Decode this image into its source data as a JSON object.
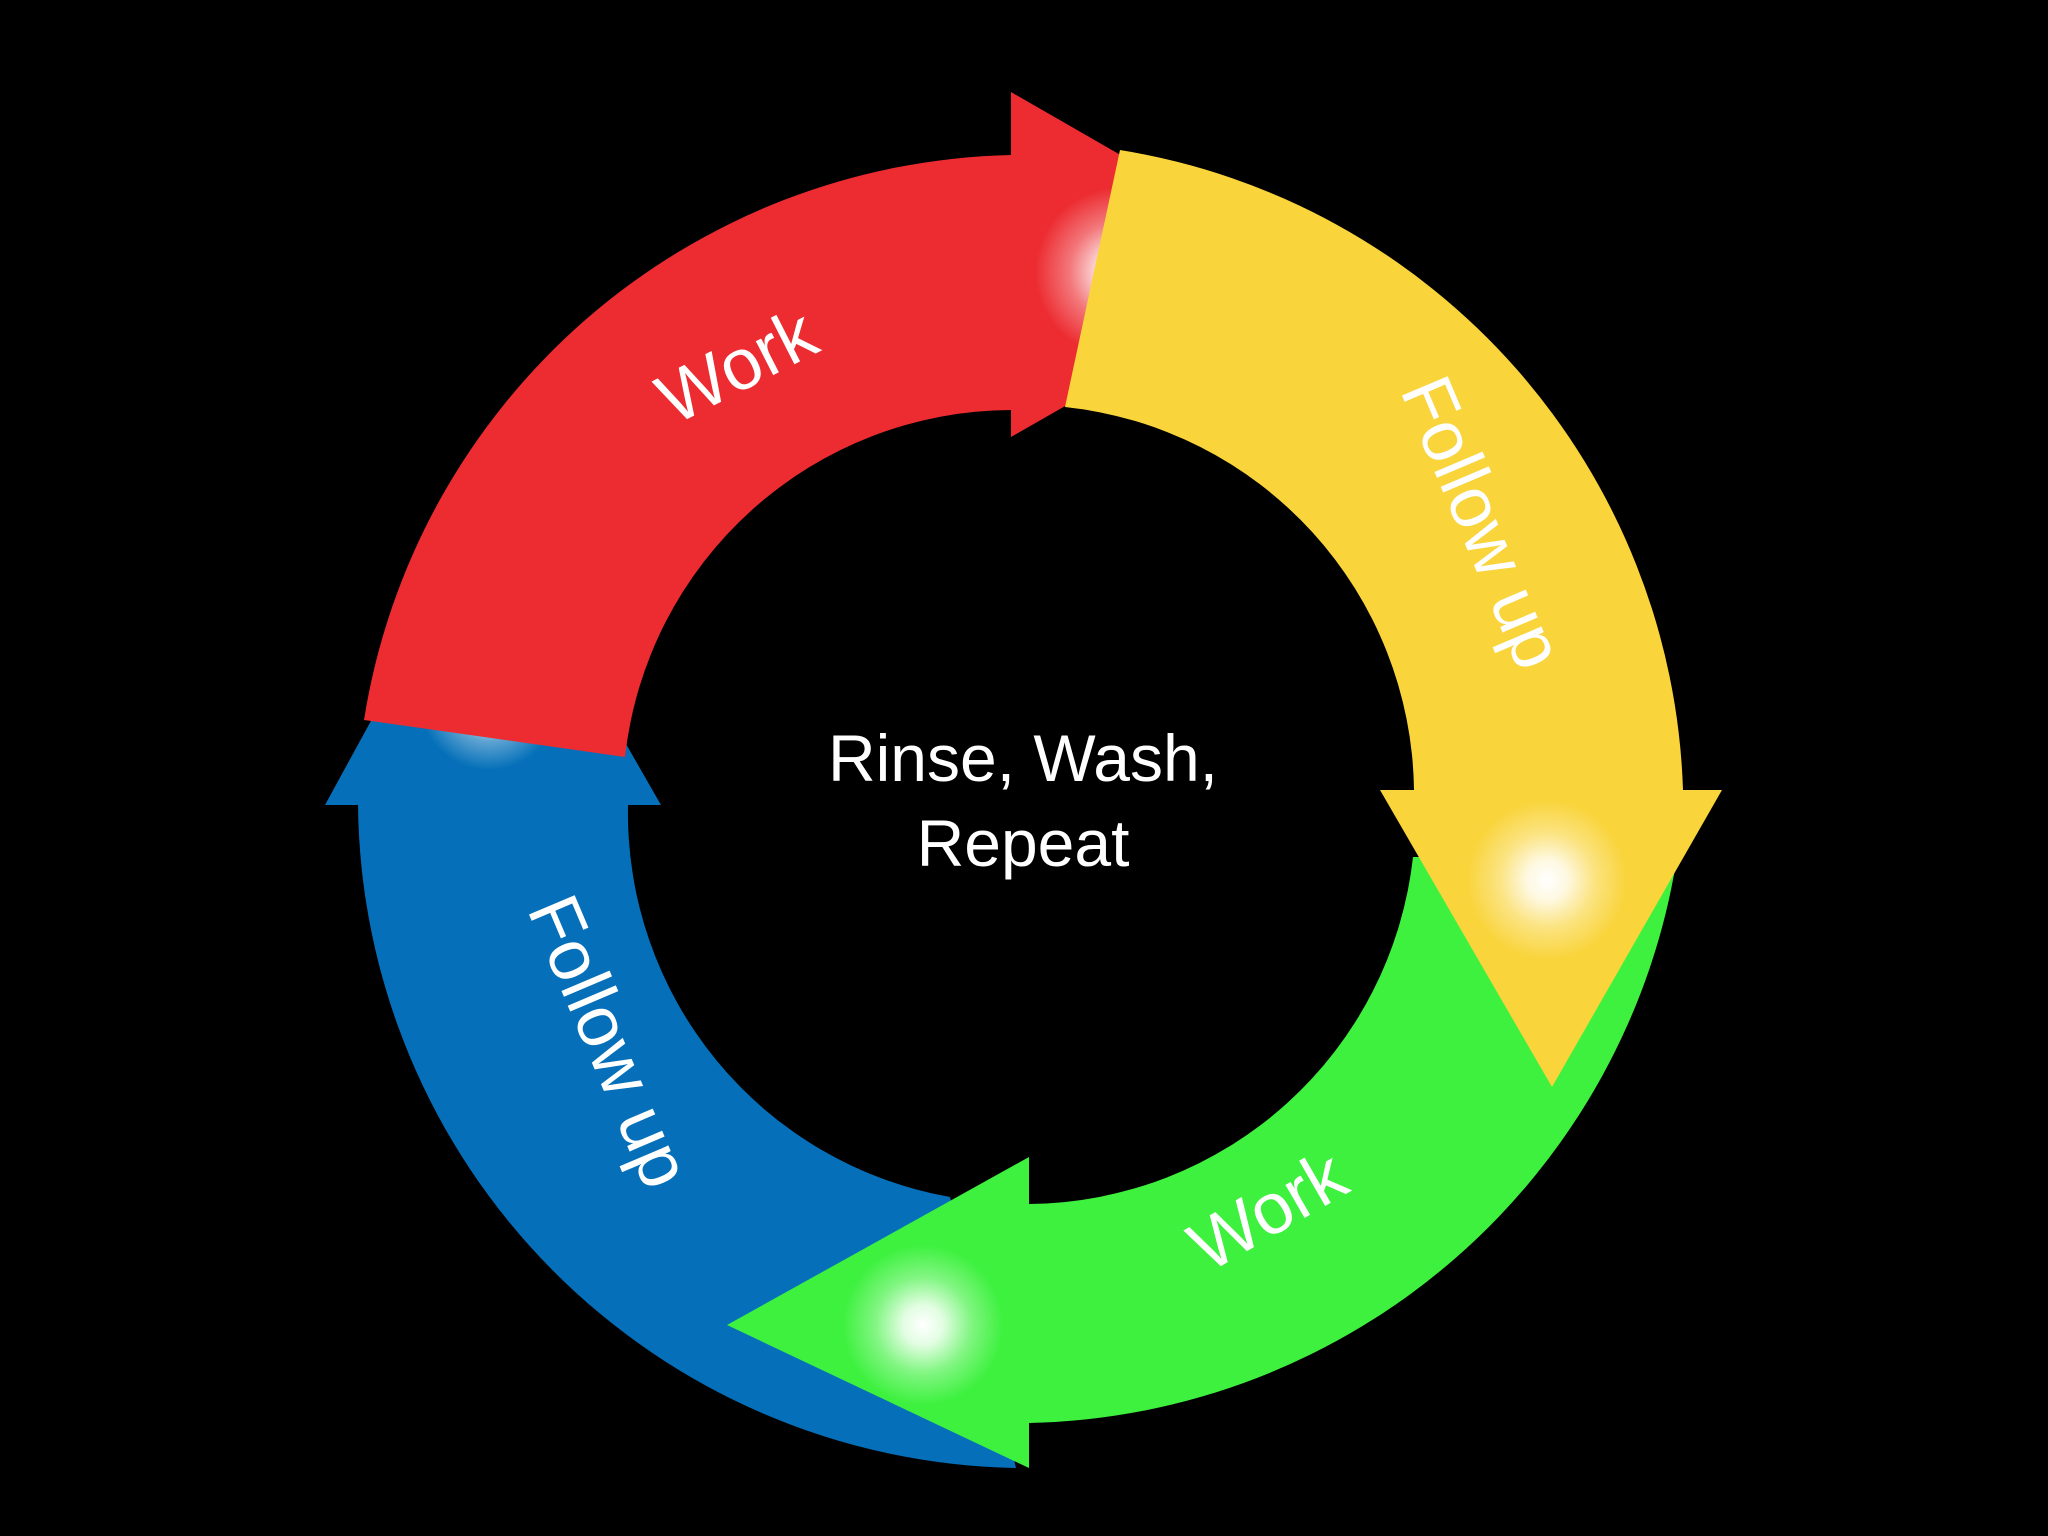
{
  "center": {
    "lines": [
      "Rinse, Wash,",
      "Repeat"
    ]
  },
  "segments": [
    {
      "id": "work-top",
      "label": "Work",
      "color": "#ec2c31"
    },
    {
      "id": "follow-up-right",
      "label": "Follow up",
      "color": "#f9d43b"
    },
    {
      "id": "work-bottom",
      "label": "Work",
      "color": "#3ef13f"
    },
    {
      "id": "follow-up-left",
      "label": "Follow up",
      "color": "#0570b9"
    }
  ],
  "background": "#000000"
}
